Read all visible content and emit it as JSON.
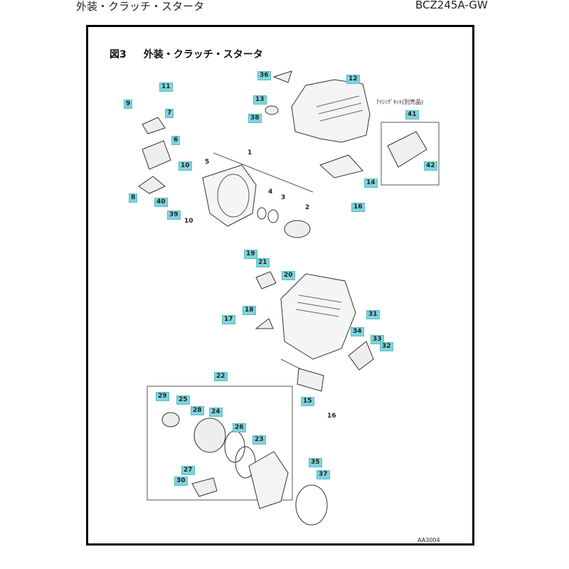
{
  "header": {
    "section_title": "外装・クラッチ・スタータ",
    "model": "BCZ245A-GW"
  },
  "figure": {
    "number": "図3",
    "title": "外装・クラッチ・スタータ",
    "icing_kit_note": "ｱｲｼﾝｸﾞｷｯﾄ(別売品)",
    "drawing_code": "AA3004"
  },
  "callouts": {
    "c1": "1",
    "c2": "2",
    "c3": "3",
    "c4": "4",
    "c5": "5",
    "c6": "6",
    "c7": "7",
    "c8": "8",
    "c9": "9",
    "c10a": "10",
    "c10b": "10",
    "c11": "11",
    "c12": "12",
    "c13": "13",
    "c14": "14",
    "c15": "15",
    "c16a": "16",
    "c16b": "16",
    "c17": "17",
    "c18": "18",
    "c19": "19",
    "c20": "20",
    "c21": "21",
    "c22": "22",
    "c23": "23",
    "c24": "24",
    "c25": "25",
    "c26": "26",
    "c27": "27",
    "c28": "28",
    "c29": "29",
    "c30": "30",
    "c31": "31",
    "c32": "32",
    "c33": "33",
    "c34": "34",
    "c35": "35",
    "c36": "36",
    "c37": "37",
    "c38": "38",
    "c39": "39",
    "c40": "40",
    "c41": "41",
    "c42": "42"
  }
}
